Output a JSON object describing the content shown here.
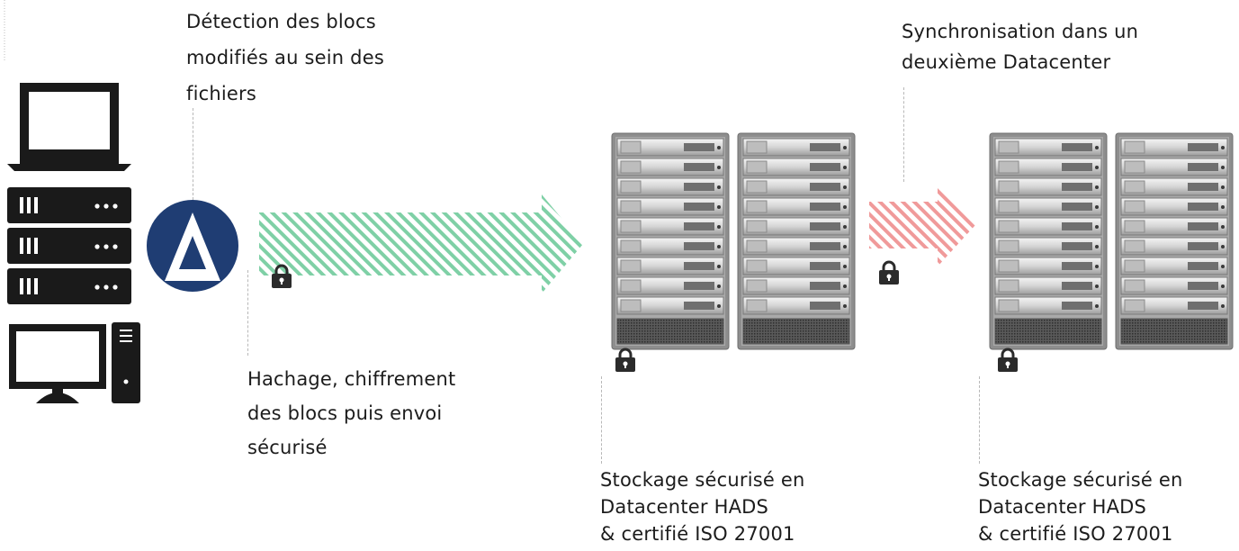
{
  "steps": {
    "detection": {
      "lines": [
        "Détection des blocs",
        "modifiés au sein des",
        "fichiers"
      ]
    },
    "hashing": {
      "lines": [
        "Hachage, chiffrement",
        "des blocs puis envoi",
        "sécurisé"
      ]
    },
    "sync": {
      "lines": [
        "Synchronisation dans un",
        "deuxième Datacenter"
      ]
    },
    "storage_primary": {
      "lines": [
        "Stockage sécurisé en",
        "Datacenter HADS",
        "& certifié ISO 27001"
      ]
    },
    "storage_secondary": {
      "lines": [
        "Stockage sécurisé en",
        "Datacenter HADS",
        "& certifié ISO 27001"
      ]
    }
  },
  "colors": {
    "primary_arrow": "#7fd0a6",
    "secondary_arrow": "#f09a9a",
    "logo": "#1f3d73",
    "devices": "#1a1a1a",
    "server_rack": "#9a9a9a"
  },
  "icons": {
    "laptop": "laptop-icon",
    "servers": "server-stack-icon",
    "desktop": "desktop-computer-icon",
    "logo": "app-logo-icon",
    "lock": "padlock-icon",
    "rack": "server-rack-icon"
  }
}
